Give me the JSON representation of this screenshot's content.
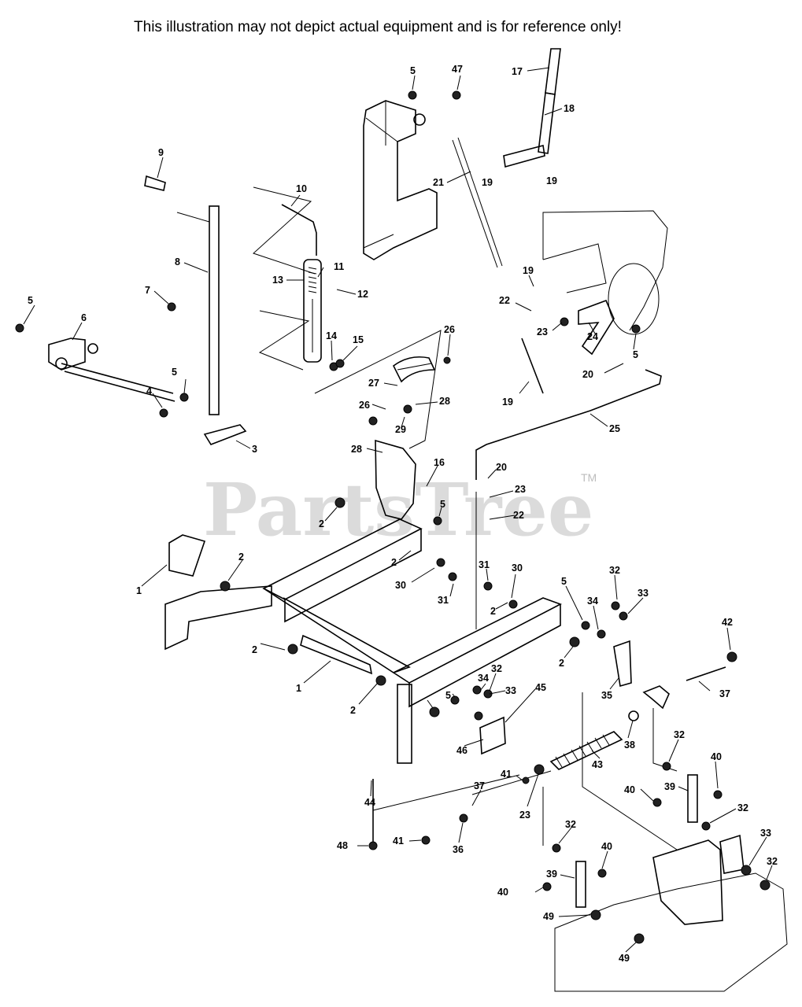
{
  "disclaimer": "This illustration may not depict actual equipment and is for reference only!",
  "watermark": {
    "text": "PartsTree",
    "tm": "TM"
  },
  "colors": {
    "line": "#000000",
    "watermark": "#cfcfcf",
    "background": "#ffffff"
  },
  "callouts": [
    {
      "id": "c-5a",
      "label": "5"
    },
    {
      "id": "c-47",
      "label": "47"
    },
    {
      "id": "c-17",
      "label": "17"
    },
    {
      "id": "c-18",
      "label": "18"
    },
    {
      "id": "c-21",
      "label": "21"
    },
    {
      "id": "c-19a",
      "label": "19"
    },
    {
      "id": "c-19b",
      "label": "19"
    },
    {
      "id": "c-9",
      "label": "9"
    },
    {
      "id": "c-10",
      "label": "10"
    },
    {
      "id": "c-8",
      "label": "8"
    },
    {
      "id": "c-11",
      "label": "11"
    },
    {
      "id": "c-13",
      "label": "13"
    },
    {
      "id": "c-12",
      "label": "12"
    },
    {
      "id": "c-7",
      "label": "7"
    },
    {
      "id": "c-5b",
      "label": "5"
    },
    {
      "id": "c-6",
      "label": "6"
    },
    {
      "id": "c-14",
      "label": "14"
    },
    {
      "id": "c-15",
      "label": "15"
    },
    {
      "id": "c-26a",
      "label": "26"
    },
    {
      "id": "c-19c",
      "label": "19"
    },
    {
      "id": "c-22a",
      "label": "22"
    },
    {
      "id": "c-23a",
      "label": "23"
    },
    {
      "id": "c-24",
      "label": "24"
    },
    {
      "id": "c-5c",
      "label": "5"
    },
    {
      "id": "c-20a",
      "label": "20"
    },
    {
      "id": "c-19d",
      "label": "19"
    },
    {
      "id": "c-27",
      "label": "27"
    },
    {
      "id": "c-5d",
      "label": "5"
    },
    {
      "id": "c-4",
      "label": "4"
    },
    {
      "id": "c-26b",
      "label": "26"
    },
    {
      "id": "c-28a",
      "label": "28"
    },
    {
      "id": "c-29",
      "label": "29"
    },
    {
      "id": "c-3",
      "label": "3"
    },
    {
      "id": "c-25",
      "label": "25"
    },
    {
      "id": "c-28b",
      "label": "28"
    },
    {
      "id": "c-16",
      "label": "16"
    },
    {
      "id": "c-20b",
      "label": "20"
    },
    {
      "id": "c-23b",
      "label": "23"
    },
    {
      "id": "c-5e",
      "label": "5"
    },
    {
      "id": "c-22b",
      "label": "22"
    },
    {
      "id": "c-2a",
      "label": "2"
    },
    {
      "id": "c-2b",
      "label": "2"
    },
    {
      "id": "c-2c",
      "label": "2"
    },
    {
      "id": "c-1a",
      "label": "1"
    },
    {
      "id": "c-30a",
      "label": "30"
    },
    {
      "id": "c-31a",
      "label": "31"
    },
    {
      "id": "c-31b",
      "label": "31"
    },
    {
      "id": "c-30b",
      "label": "30"
    },
    {
      "id": "c-2d",
      "label": "2"
    },
    {
      "id": "c-32a",
      "label": "32"
    },
    {
      "id": "c-5f",
      "label": "5"
    },
    {
      "id": "c-34a",
      "label": "34"
    },
    {
      "id": "c-33a",
      "label": "33"
    },
    {
      "id": "c-42",
      "label": "42"
    },
    {
      "id": "c-2e",
      "label": "2"
    },
    {
      "id": "c-2f",
      "label": "2"
    },
    {
      "id": "c-1b",
      "label": "1"
    },
    {
      "id": "c-35",
      "label": "35"
    },
    {
      "id": "c-37a",
      "label": "37"
    },
    {
      "id": "c-34b",
      "label": "34"
    },
    {
      "id": "c-32b",
      "label": "32"
    },
    {
      "id": "c-5g",
      "label": "5"
    },
    {
      "id": "c-33b",
      "label": "33"
    },
    {
      "id": "c-45",
      "label": "45"
    },
    {
      "id": "c-2g",
      "label": "2"
    },
    {
      "id": "c-46",
      "label": "46"
    },
    {
      "id": "c-38",
      "label": "38"
    },
    {
      "id": "c-32c",
      "label": "32"
    },
    {
      "id": "c-43",
      "label": "43"
    },
    {
      "id": "c-40a",
      "label": "40"
    },
    {
      "id": "c-41a",
      "label": "41"
    },
    {
      "id": "c-23c",
      "label": "23"
    },
    {
      "id": "c-37b",
      "label": "37"
    },
    {
      "id": "c-40b",
      "label": "40"
    },
    {
      "id": "c-39a",
      "label": "39"
    },
    {
      "id": "c-44",
      "label": "44"
    },
    {
      "id": "c-32d",
      "label": "32"
    },
    {
      "id": "c-41b",
      "label": "41"
    },
    {
      "id": "c-36",
      "label": "36"
    },
    {
      "id": "c-48",
      "label": "48"
    },
    {
      "id": "c-32e",
      "label": "32"
    },
    {
      "id": "c-40c",
      "label": "40"
    },
    {
      "id": "c-33c",
      "label": "33"
    },
    {
      "id": "c-32f",
      "label": "32"
    },
    {
      "id": "c-39b",
      "label": "39"
    },
    {
      "id": "c-40d",
      "label": "40"
    },
    {
      "id": "c-49a",
      "label": "49"
    },
    {
      "id": "c-49b",
      "label": "49"
    }
  ]
}
